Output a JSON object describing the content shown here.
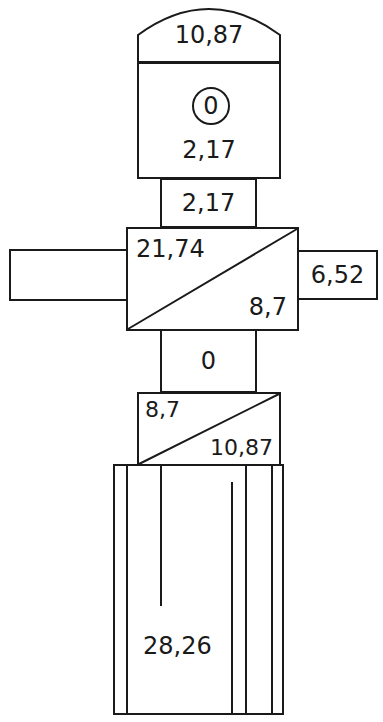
{
  "diagram": {
    "nodes": [
      {
        "text": [
          "10,87"
        ]
      },
      {
        "text": [
          "2,17"
        ]
      },
      {
        "text": [
          "0"
        ],
        "in": 1
      },
      {
        "text": [
          "2,17"
        ]
      },
      {
        "text": [
          "21,74",
          "8,7"
        ]
      },
      {
        "text": [
          "6,52"
        ]
      },
      {
        "text": [
          "0"
        ]
      },
      {
        "text": [
          "8,7",
          "10,87"
        ]
      },
      {
        "text": [
          "28,26"
        ]
      }
    ]
  }
}
